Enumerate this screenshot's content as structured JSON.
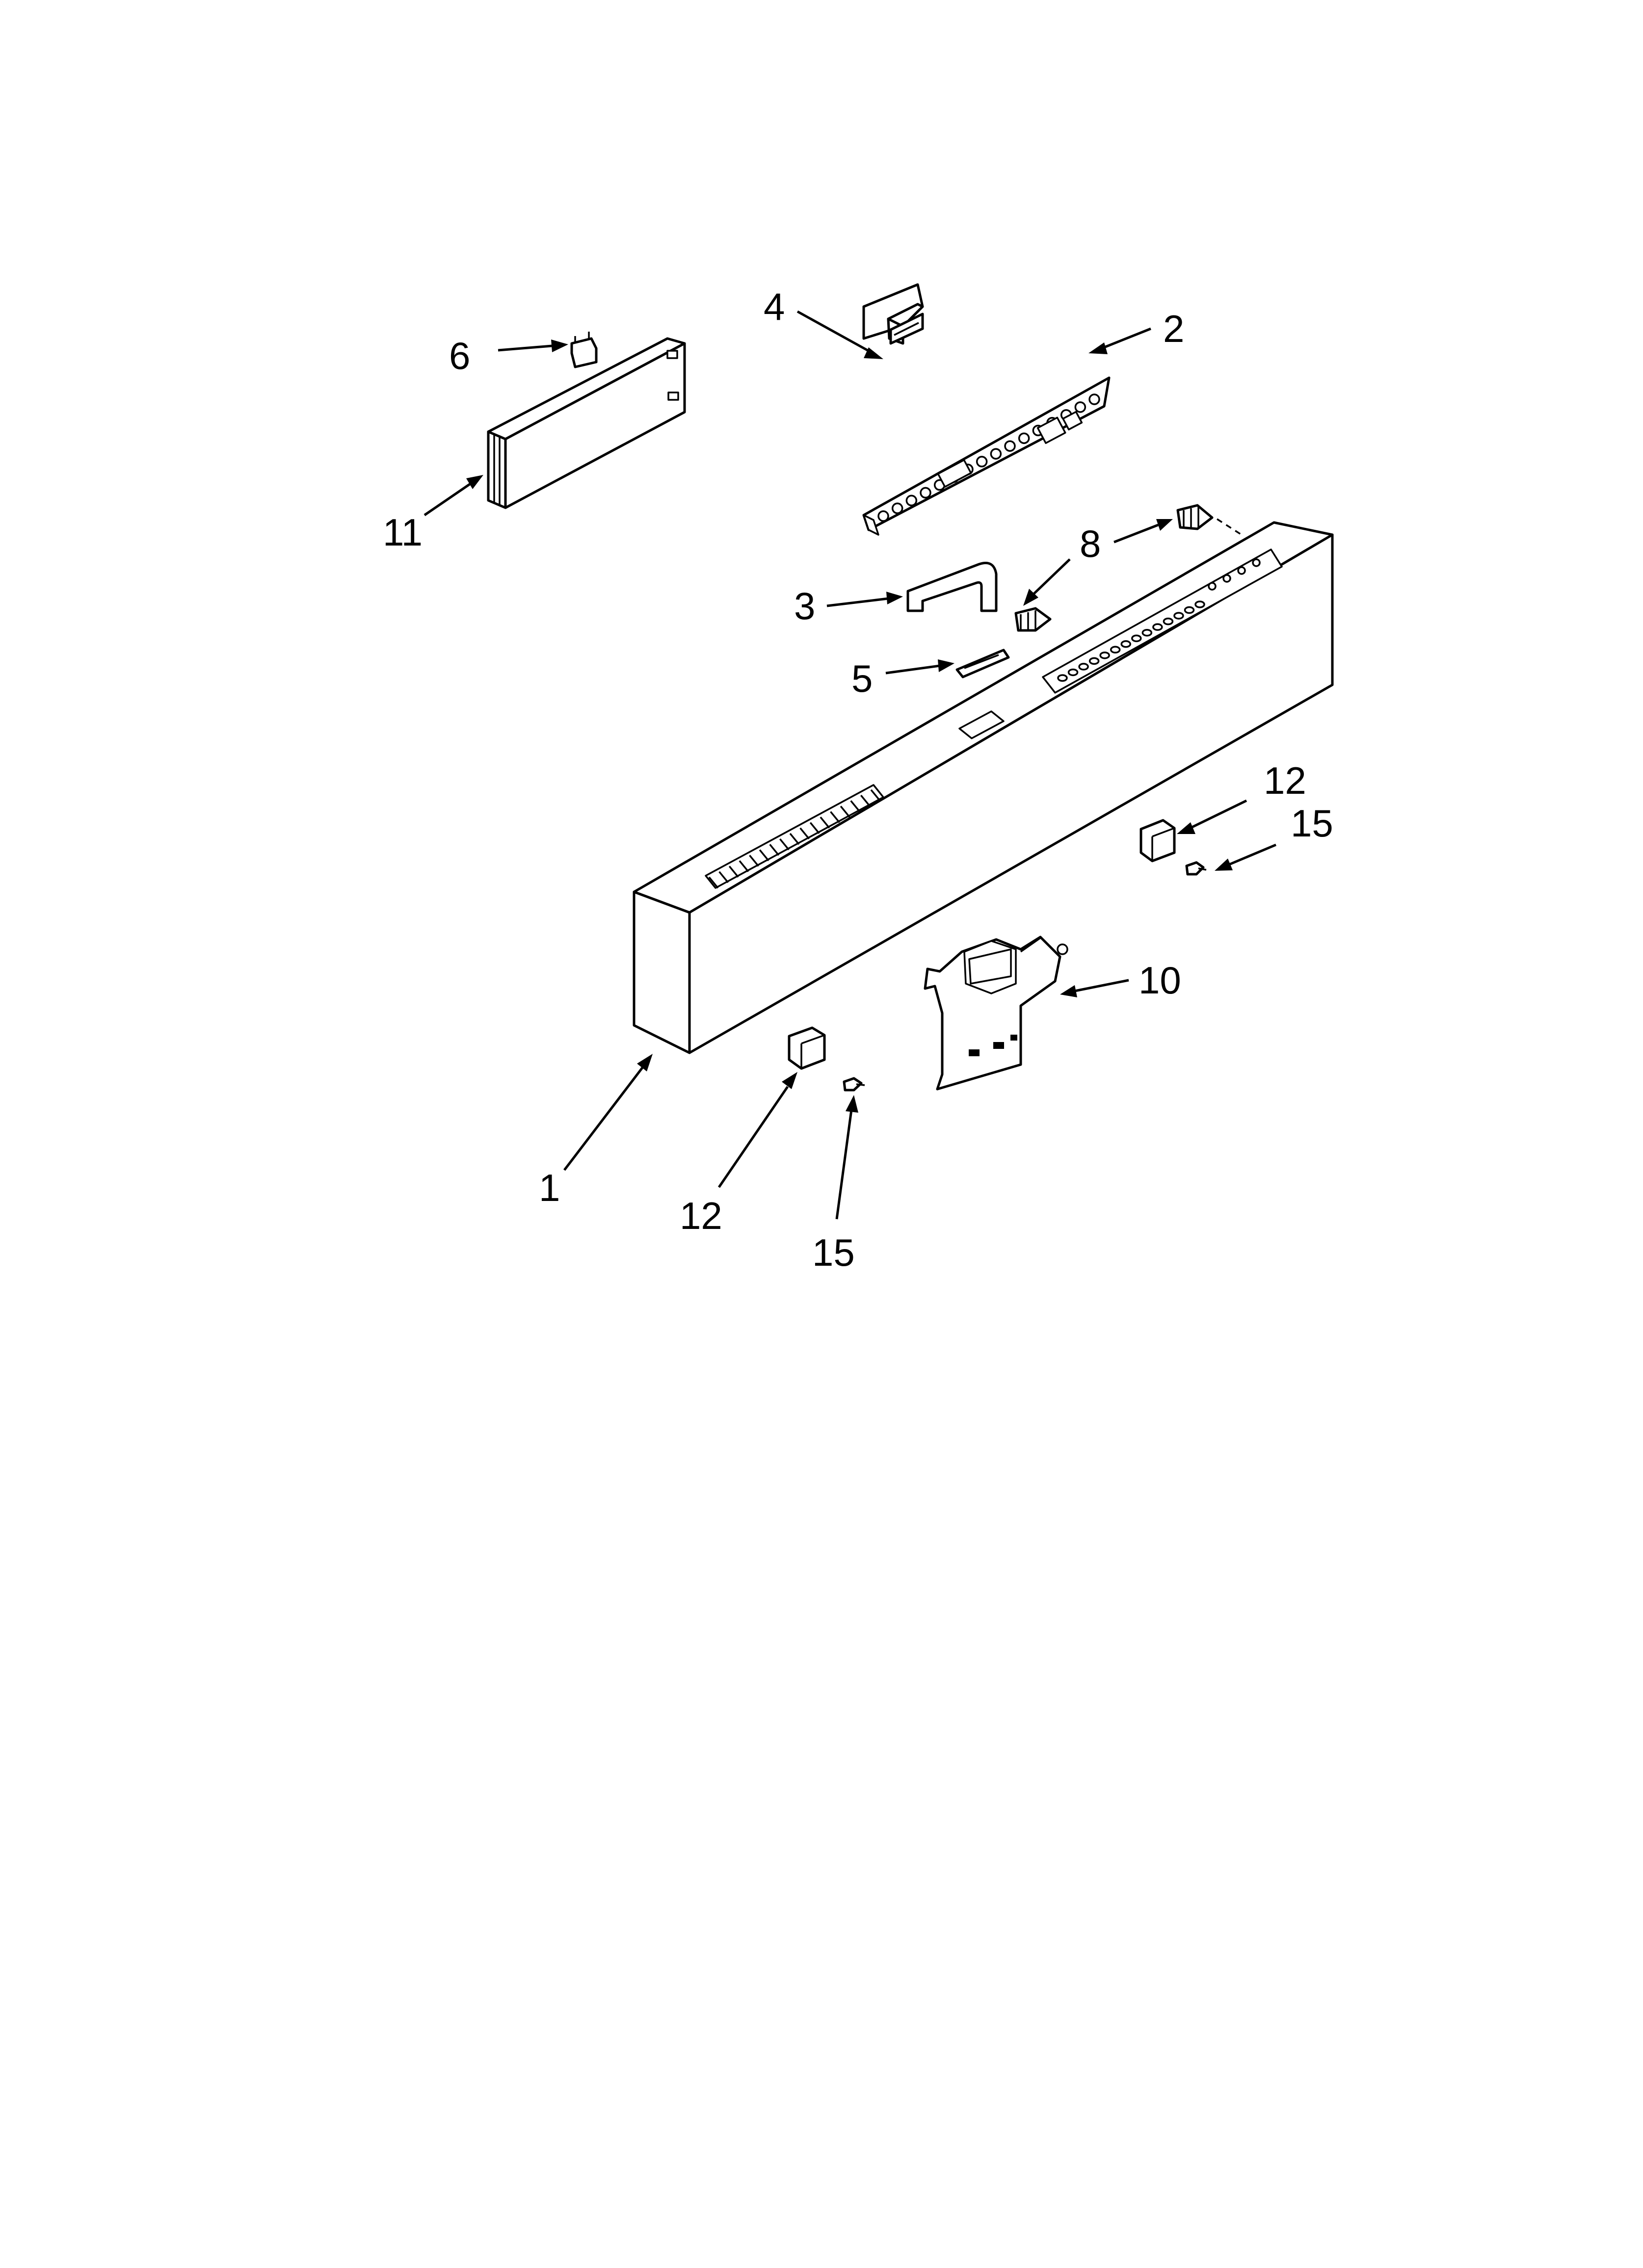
{
  "diagram": {
    "callouts": [
      {
        "id": "c1",
        "label": "1"
      },
      {
        "id": "c2",
        "label": "2"
      },
      {
        "id": "c3",
        "label": "3"
      },
      {
        "id": "c4",
        "label": "4"
      },
      {
        "id": "c5",
        "label": "5"
      },
      {
        "id": "c6",
        "label": "6"
      },
      {
        "id": "c8",
        "label": "8"
      },
      {
        "id": "c10",
        "label": "10"
      },
      {
        "id": "c11",
        "label": "11"
      },
      {
        "id": "c12a",
        "label": "12"
      },
      {
        "id": "c12b",
        "label": "12"
      },
      {
        "id": "c15a",
        "label": "15"
      },
      {
        "id": "c15b",
        "label": "15"
      }
    ]
  }
}
